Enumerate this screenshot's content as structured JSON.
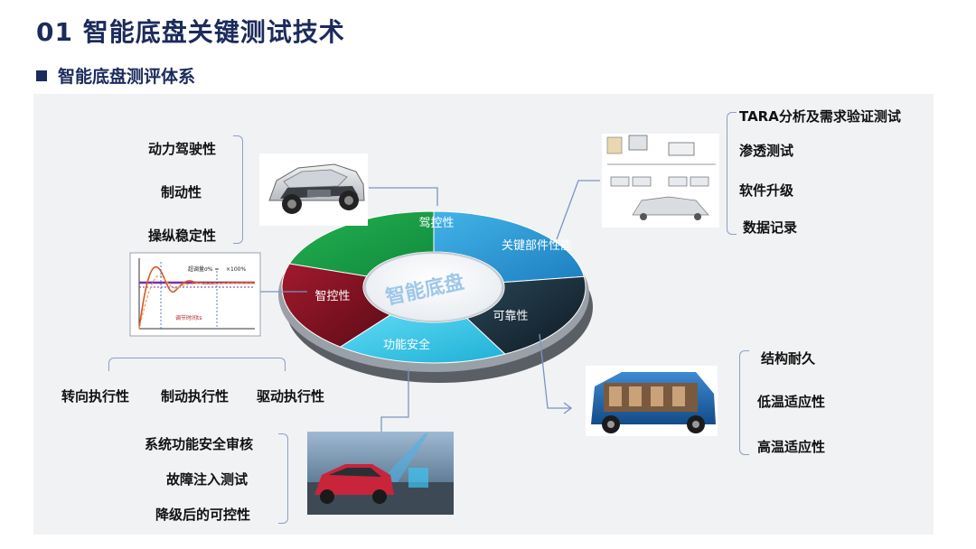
{
  "title": "01 智能底盘关键测试技术",
  "subtitle": "智能底盘测评体系",
  "ring": {
    "center": "智能底盘",
    "segments": {
      "driving_control": "驾控性",
      "key_components": "关键部件性能",
      "reliability": "可靠性",
      "functional_safety": "功能安全",
      "smart_control": "智控性"
    },
    "colors": {
      "green": "#1a9a4a",
      "blue": "#2a97d4",
      "dark": "#1e2f3b",
      "cyan": "#37c6e6",
      "red": "#7d1222"
    }
  },
  "groups": {
    "driving": [
      "动力驾驶性",
      "制动性",
      "操纵稳定性"
    ],
    "execution": [
      "转向执行性",
      "制动执行性",
      "驱动执行性"
    ],
    "safety": [
      "系统功能安全审核",
      "故障注入测试",
      "降级后的可控性"
    ],
    "security": [
      "TARA分析及需求验证测试",
      "渗透测试",
      "软件升级",
      "数据记录"
    ],
    "reliability": [
      "结构耐久",
      "低温适应性",
      "高温适应性"
    ]
  },
  "chart_thumb": {
    "annotation1": "超调量σ% = ",
    "annotation2": "×100%",
    "annotation3": "调节时间ts"
  }
}
